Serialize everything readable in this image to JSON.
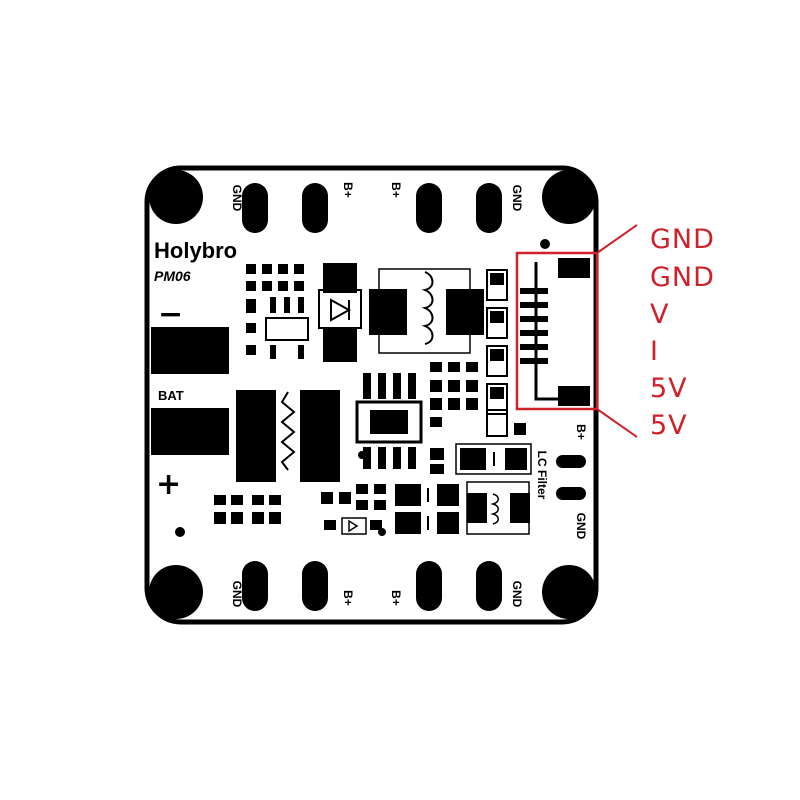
{
  "board": {
    "brand": "Holybro",
    "model": "PM06",
    "bat_label": "BAT",
    "minus_sign": "−",
    "plus_sign": "+",
    "filter_label": "LC Filter",
    "pad_labels_top": [
      "GND",
      "B+",
      "B+",
      "GND"
    ],
    "pad_labels_bottom": [
      "GND",
      "B+",
      "B+",
      "GND"
    ],
    "pad_labels_right": [
      "B+",
      "GND"
    ]
  },
  "connector": {
    "pins": [
      "GND",
      "GND",
      "V",
      "I",
      "5V",
      "5V"
    ],
    "highlight_color": "#d0202a"
  },
  "colors": {
    "board": "#000000",
    "face": "#ffffff",
    "accent": "#d0202a"
  }
}
